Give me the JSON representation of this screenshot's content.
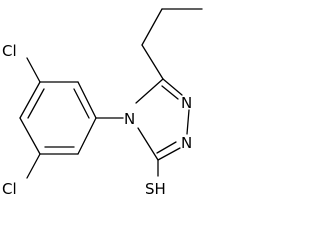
{
  "molecule": {
    "atom_labels": {
      "cl_top": "Cl",
      "cl_bottom": "Cl",
      "n4": "N",
      "n_right": "N",
      "n_bottom": "N",
      "thiol": "SH"
    }
  }
}
